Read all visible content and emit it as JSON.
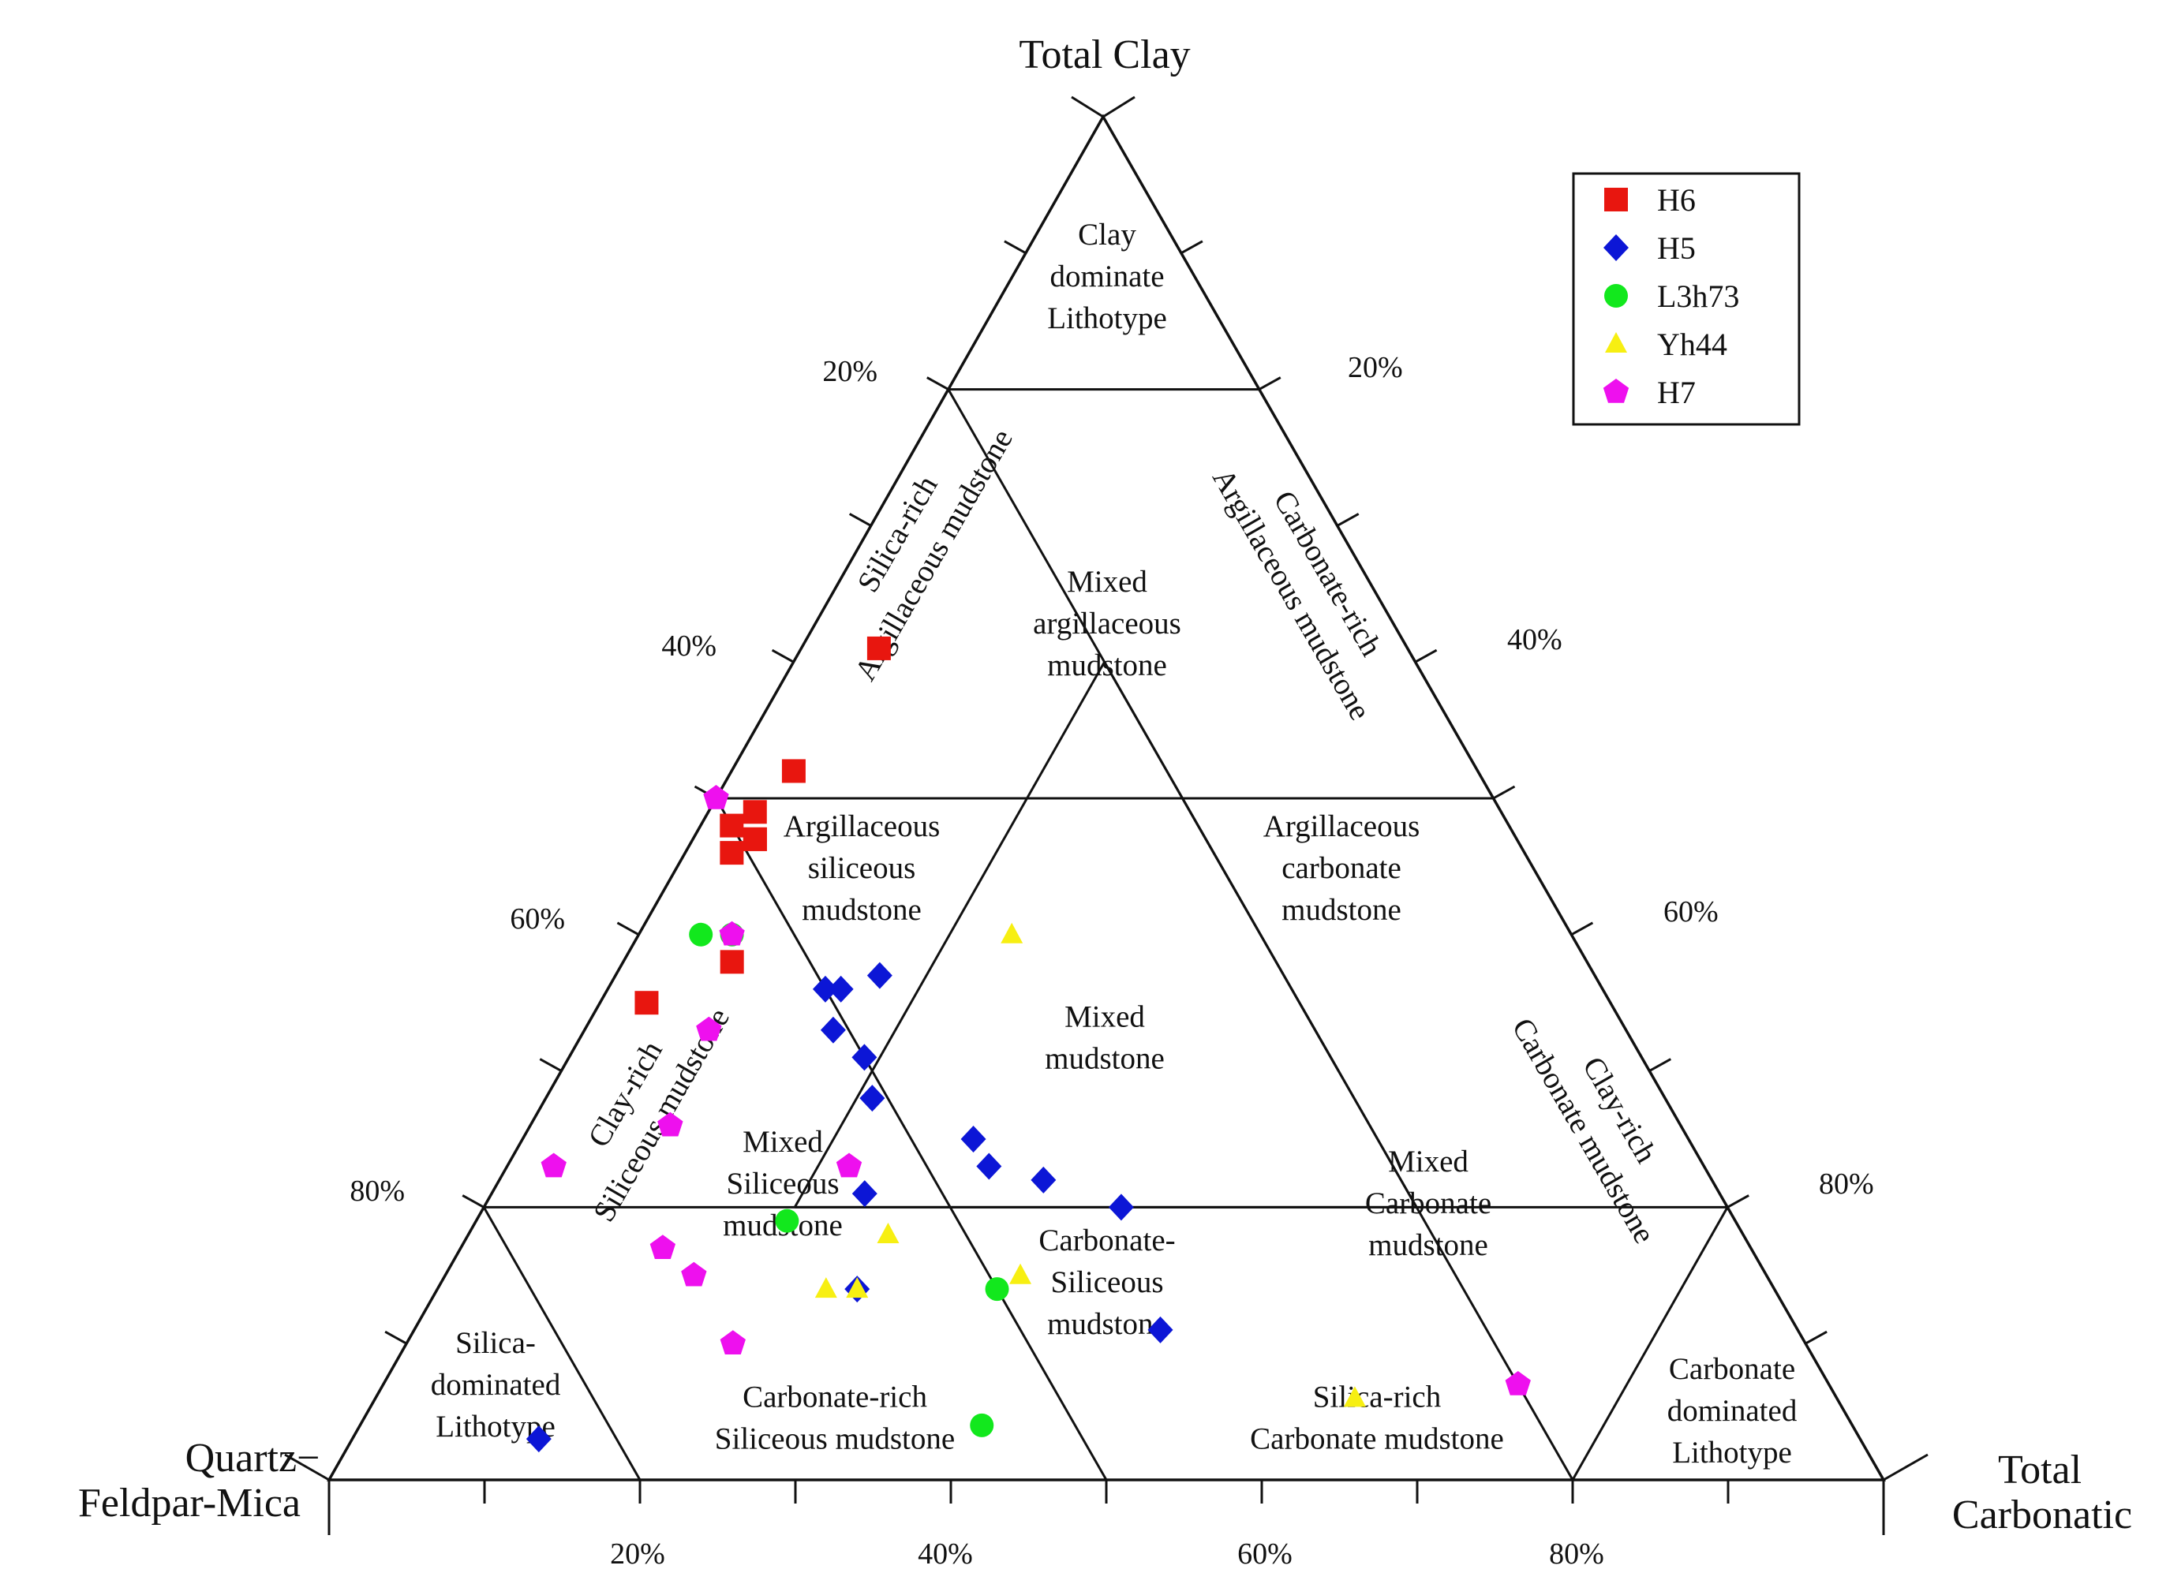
{
  "chart_data": {
    "type": "scatter",
    "subtype": "ternary",
    "axes": {
      "top": "Total Clay",
      "left": "Quartz-Feldpar-Mica",
      "right": "Total Carbonatic",
      "left_lines": [
        "Quartz−",
        "Feldpar-Mica"
      ],
      "right_lines": [
        "Total",
        "Carbonatic"
      ]
    },
    "tick_labels": [
      "20%",
      "40%",
      "60%",
      "80%"
    ],
    "regions": [
      {
        "lines": [
          "Clay",
          "dominate",
          "Lithotype"
        ]
      },
      {
        "lines": [
          "Silica-rich",
          "Argillaceous mudstone"
        ]
      },
      {
        "lines": [
          "Mixed",
          "argillaceous",
          "mudstone"
        ]
      },
      {
        "lines": [
          "Carbonate-rich",
          "Argillaceous mudstone"
        ]
      },
      {
        "lines": [
          "Argillaceous",
          "siliceous",
          "mudstone"
        ]
      },
      {
        "lines": [
          "Argillaceous",
          "carbonate",
          "mudstone"
        ]
      },
      {
        "lines": [
          "Clay-rich",
          "Siliceous mudstone"
        ]
      },
      {
        "lines": [
          "Mixed",
          "mudstone"
        ]
      },
      {
        "lines": [
          "Clay-rich",
          "Carbonate mudstone"
        ]
      },
      {
        "lines": [
          "Mixed",
          "Siliceous",
          "mudstone"
        ]
      },
      {
        "lines": [
          "Mixed",
          "Carbonate",
          "mudstone"
        ]
      },
      {
        "lines": [
          "Carbonate-",
          "Siliceous",
          "mudstone"
        ]
      },
      {
        "lines": [
          "Silica-",
          "dominated",
          "Lithotype"
        ]
      },
      {
        "lines": [
          "Carbonate-rich",
          "Siliceous  mudstone"
        ]
      },
      {
        "lines": [
          "Silica-rich",
          "Carbonate mudstone"
        ]
      },
      {
        "lines": [
          "Carbonate",
          "dominated",
          "Lithotype"
        ]
      }
    ],
    "legend_position": "top-right",
    "series": [
      {
        "name": "H6",
        "marker": "square",
        "color": "#e8160f",
        "points": [
          {
            "clay": 61,
            "carbonate": 5
          },
          {
            "clay": 52,
            "carbonate": 4
          },
          {
            "clay": 49,
            "carbonate": 3
          },
          {
            "clay": 48,
            "carbonate": 2
          },
          {
            "clay": 46,
            "carbonate": 3
          },
          {
            "clay": 47,
            "carbonate": 4
          },
          {
            "clay": 38,
            "carbonate": 7
          },
          {
            "clay": 47,
            "carbonate": 4
          },
          {
            "clay": 35,
            "carbonate": 3
          }
        ]
      },
      {
        "name": "H5",
        "marker": "diamond",
        "color": "#0c16d6",
        "points": [
          {
            "clay": 36,
            "carbonate": 14
          },
          {
            "clay": 37,
            "carbonate": 17
          },
          {
            "clay": 36,
            "carbonate": 15
          },
          {
            "clay": 28,
            "carbonate": 21
          },
          {
            "clay": 21,
            "carbonate": 24
          },
          {
            "clay": 22,
            "carbonate": 35
          },
          {
            "clay": 33,
            "carbonate": 16
          },
          {
            "clay": 11,
            "carbonate": 48
          },
          {
            "clay": 25,
            "carbonate": 29
          },
          {
            "clay": 23,
            "carbonate": 31
          },
          {
            "clay": 20,
            "carbonate": 41
          },
          {
            "clay": 31,
            "carbonate": 19
          },
          {
            "clay": 14,
            "carbonate": 27
          },
          {
            "clay": 3,
            "carbonate": 12
          }
        ]
      },
      {
        "name": "L3h73",
        "marker": "circle",
        "color": "#12e81d",
        "points": [
          {
            "clay": 40,
            "carbonate": 4
          },
          {
            "clay": 40,
            "carbonate": 6
          },
          {
            "clay": 19,
            "carbonate": 20
          },
          {
            "clay": 14,
            "carbonate": 36
          },
          {
            "clay": 4,
            "carbonate": 40
          }
        ]
      },
      {
        "name": "Yh44",
        "marker": "triangle",
        "color": "#f7ef12",
        "points": [
          {
            "clay": 40,
            "carbonate": 24
          },
          {
            "clay": 18,
            "carbonate": 27
          },
          {
            "clay": 15,
            "carbonate": 37
          },
          {
            "clay": 14,
            "carbonate": 25
          },
          {
            "clay": 14,
            "carbonate": 27
          },
          {
            "clay": 6,
            "carbonate": 63
          }
        ]
      },
      {
        "name": "H7",
        "marker": "pentagon",
        "color": "#ee10ee",
        "points": [
          {
            "clay": 50,
            "carbonate": 0
          },
          {
            "clay": 40,
            "carbonate": 6
          },
          {
            "clay": 33,
            "carbonate": 8
          },
          {
            "clay": 17,
            "carbonate": 13
          },
          {
            "clay": 15,
            "carbonate": 16
          },
          {
            "clay": 7,
            "carbonate": 73
          },
          {
            "clay": 23,
            "carbonate": 22
          },
          {
            "clay": 23,
            "carbonate": 3
          },
          {
            "clay": 10,
            "carbonate": 21
          },
          {
            "clay": 26,
            "carbonate": 9
          }
        ]
      }
    ]
  }
}
